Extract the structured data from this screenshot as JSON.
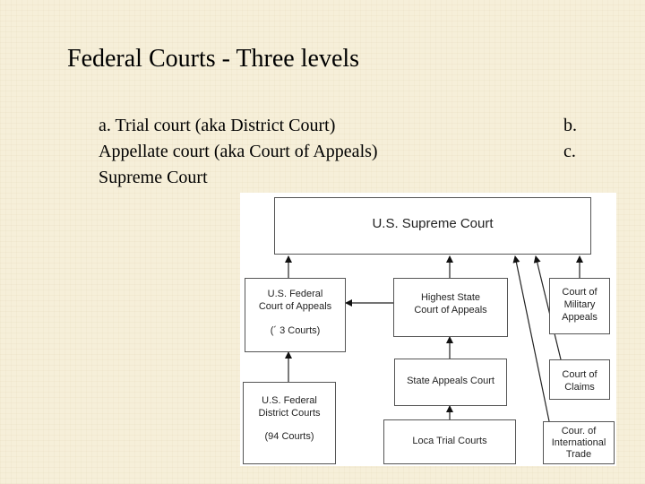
{
  "slide": {
    "title": "Federal Courts - Three levels",
    "bullets": [
      "a.  Trial court (aka District Court)",
      "Appellate court (aka Court of Appeals)",
      "Supreme Court"
    ],
    "side_letters": [
      "b.",
      "c."
    ]
  },
  "diagram": {
    "supreme": "U.S. Supreme Court",
    "federal_appeals": {
      "line1": "U.S. Federal",
      "line2": "Court of Appeals",
      "count": "(´ 3 Courts)"
    },
    "highest_state": {
      "line1": "Highest State",
      "line2": "Court of Appeals"
    },
    "military": {
      "line1": "Court of",
      "line2": "Military",
      "line3": "Appeals"
    },
    "state_appeals": "State Appeals Court",
    "claims": {
      "line1": "Court of",
      "line2": "Claims"
    },
    "federal_district": {
      "line1": "U.S. Federal",
      "line2": "District Courts",
      "count": "(94 Courts)"
    },
    "local_trial": "Loca  Trial Courts",
    "international": {
      "line1": "Cour. of",
      "line2": "International",
      "line3": "Trade"
    }
  }
}
